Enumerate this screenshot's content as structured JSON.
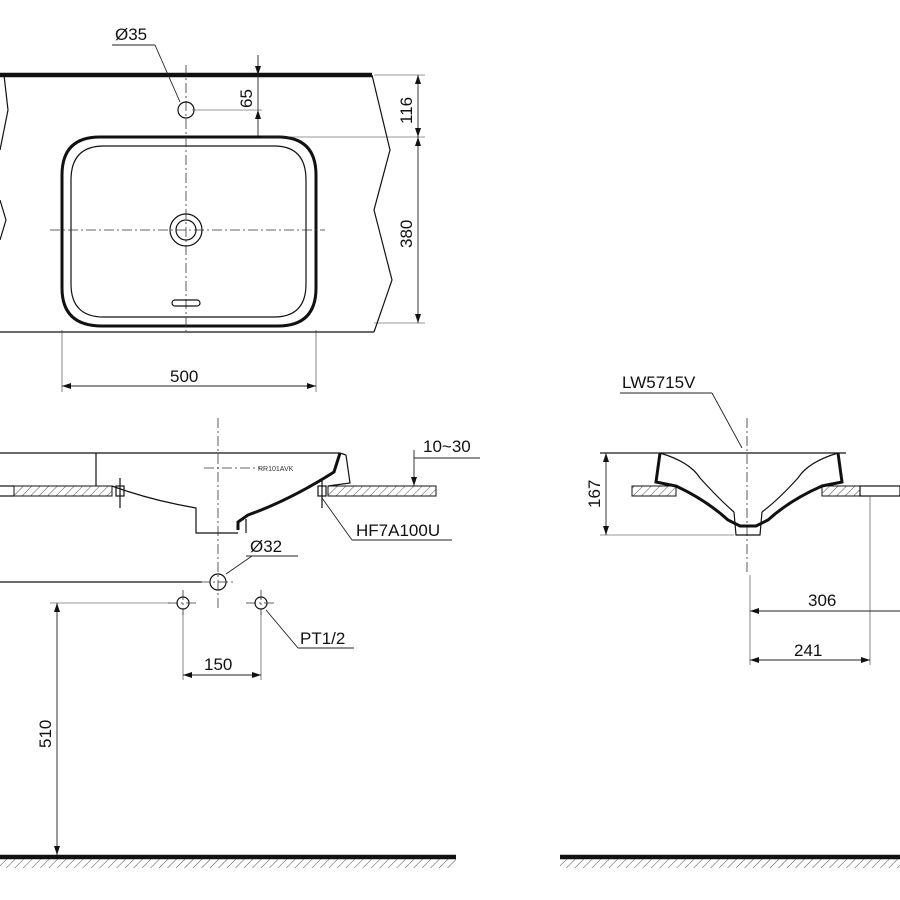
{
  "labels": {
    "hole_diameter_top": "Ø35",
    "dim_65": "65",
    "dim_116": "116",
    "dim_380": "380",
    "dim_500": "500",
    "dim_10_30": "10~30",
    "model_drain": "HF7A100U",
    "hole_diameter_drain": "Ø32",
    "pipe_thread": "PT1/2",
    "dim_150": "150",
    "dim_510": "510",
    "model_basin": "LW5715V",
    "dim_167": "167",
    "dim_306": "306",
    "dim_241": "241",
    "basin_mark": "RR101AVK"
  },
  "colors": {
    "line": "#111111",
    "background": "#ffffff"
  }
}
